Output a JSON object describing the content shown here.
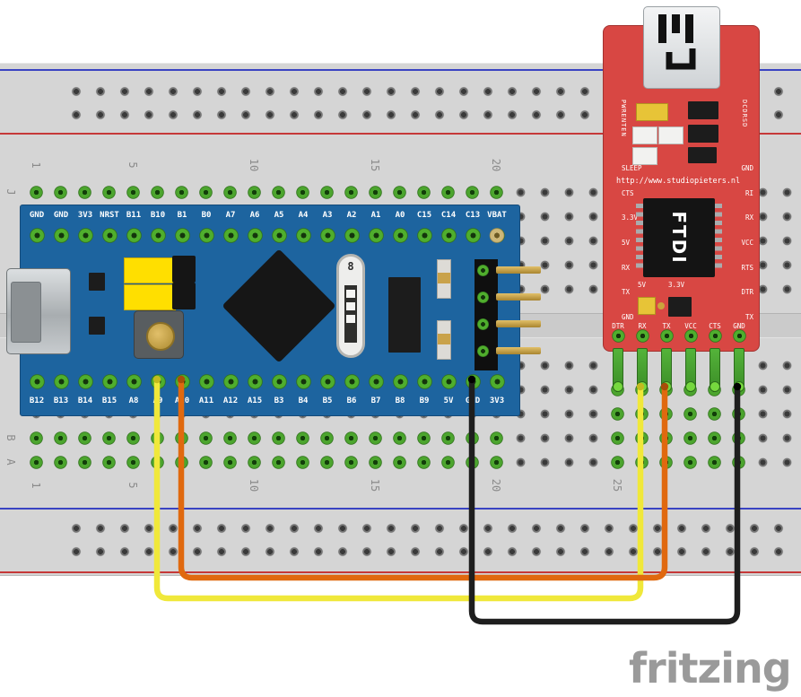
{
  "app": {
    "logo_text": "fritzing"
  },
  "breadboard": {
    "columns_top": [
      "1",
      "5",
      "10",
      "15",
      "20"
    ],
    "columns_bottom": [
      "1",
      "5",
      "10",
      "15",
      "20",
      "25"
    ],
    "letters": [
      "J",
      "B",
      "A"
    ],
    "colors": {
      "base": "#d5d5d5",
      "rail_blue": "#3a43c2",
      "rail_red": "#c63838",
      "hole_dark": "#757575",
      "contact_green": "#4ca52e"
    }
  },
  "bluepill": {
    "part": "STM32 Blue Pill dev board",
    "board_color": "#1d649f",
    "top_pins": [
      "GND",
      "GND",
      "3V3",
      "NRST",
      "B11",
      "B10",
      "B1",
      "B0",
      "A7",
      "A6",
      "A5",
      "A4",
      "A3",
      "A2",
      "A1",
      "A0",
      "C15",
      "C14",
      "C13",
      "VBAT"
    ],
    "bottom_pins": [
      "B12",
      "B13",
      "B14",
      "B15",
      "A8",
      "A9",
      "A10",
      "A11",
      "A12",
      "A15",
      "B3",
      "B4",
      "B5",
      "B6",
      "B7",
      "B8",
      "B9",
      "5V",
      "GND",
      "3V3"
    ],
    "crystal_label": "8"
  },
  "ftdi": {
    "part": "FTDI USB-serial breakout",
    "board_color": "#d84743",
    "silkscreen_url": "http://www.studiopieters.nl",
    "chip_label": "FTDI",
    "label_left_vertical": "PWRENTEN",
    "label_right_vertical": "DCDRSD",
    "left_labels": [
      "SLEEP",
      "CTS",
      "3.3V",
      "5V",
      "RX",
      "TX",
      "GND"
    ],
    "right_labels": [
      "GND",
      "RI",
      "RX",
      "VCC",
      "RTS",
      "DTR",
      "TX"
    ],
    "voltage_labels": [
      "5V",
      "3.3V"
    ],
    "bottom_pins": [
      "DTR",
      "RX",
      "TX",
      "VCC",
      "CTS",
      "GND"
    ]
  },
  "wires": [
    {
      "name": "yellow-wire",
      "color": "#f0e83a",
      "cap_color": "#c2bb1f",
      "from": "Blue Pill A9",
      "to": "FTDI RX"
    },
    {
      "name": "orange-wire",
      "color": "#e0690f",
      "cap_color": "#a84e08",
      "from": "Blue Pill A10",
      "to": "FTDI TX"
    },
    {
      "name": "black-wire",
      "color": "#1e1e1e",
      "cap_color": "#000000",
      "from": "Blue Pill GND",
      "to": "FTDI GND"
    }
  ]
}
